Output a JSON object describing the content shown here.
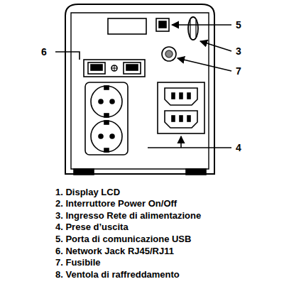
{
  "diagram": {
    "labels": [
      "5",
      "6",
      "3",
      "7",
      "4",
      "1. Display LCD",
      "2. Interruttore Power On/Off",
      "3. Ingresso Rete di alimentazione",
      "4. Prese d’uscita",
      "5. Porta di comunicazione USB",
      "6. Network Jack RJ45/RJ11",
      "7. Fusibile",
      "8. Ventola di raffreddamento"
    ]
  }
}
